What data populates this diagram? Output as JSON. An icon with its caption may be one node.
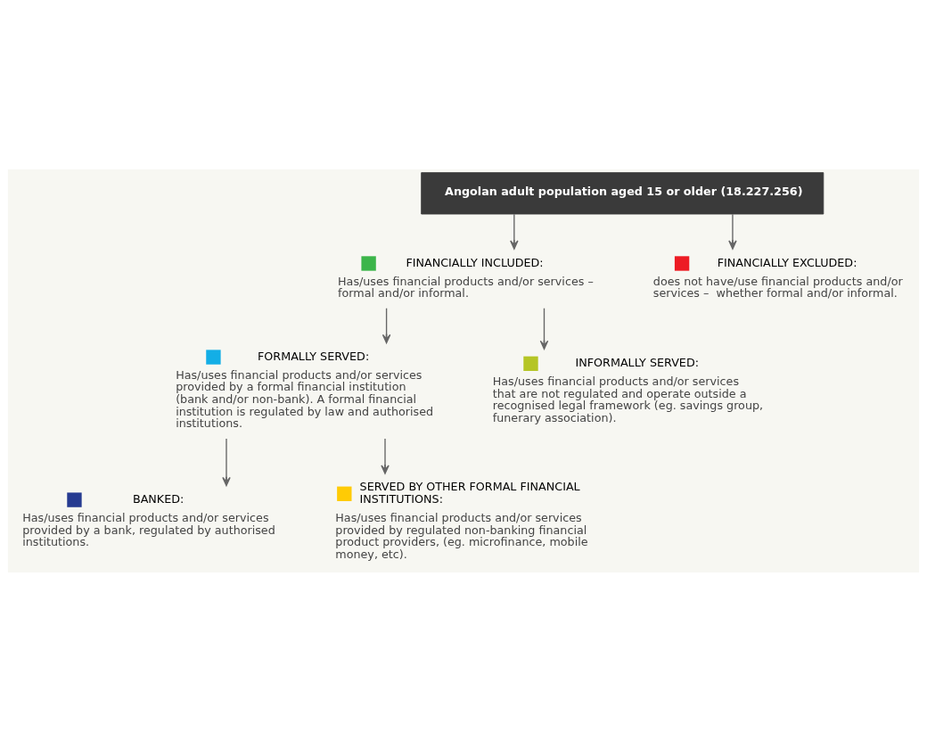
{
  "diagram": {
    "nodes": [
      {
        "text": [
          "Angolan adult population aged 15 or older (18.227.256)"
        ]
      },
      {
        "text": [
          "FINANCIALLY INCLUDED:",
          "Has/uses financial products and/or services – formal and/or informal."
        ]
      },
      {
        "text": [
          "FINANCIALLY EXCLUDED:",
          "does not have/use financial products and/or services –  whether formal and/or informal."
        ]
      },
      {
        "text": [
          "FORMALLY SERVED:",
          "Has/uses financial products and/or services provided by a formal financial institution (bank and/or non-bank). A formal financial institution is regulated by law and authorised institutions."
        ]
      },
      {
        "text": [
          "INFORMALLY SERVED:",
          "Has/uses financial products and/or services that are not regulated and operate outside a recognised legal framework (eg. savings group, funerary association)."
        ]
      },
      {
        "text": [
          "BANKED:",
          "Has/uses financial products and/or services provided by a bank, regulated by authorised institutions."
        ]
      },
      {
        "text": [
          "SERVED BY OTHER FORMAL FINANCIAL INSTITUTIONS:",
          "Has/uses financial products and/or services provided by regulated non-banking financial product providers, (eg. microfinance, mobile money, etc)."
        ]
      }
    ],
    "edges": [
      {
        "from": 0,
        "to": 1,
        "arrow": "to"
      },
      {
        "from": 0,
        "to": 2,
        "arrow": "to"
      },
      {
        "from": 1,
        "to": 3,
        "arrow": "to"
      },
      {
        "from": 1,
        "to": 4,
        "arrow": "to"
      },
      {
        "from": 3,
        "to": 5,
        "arrow": "to"
      },
      {
        "from": 3,
        "to": 6,
        "arrow": "to"
      }
    ]
  }
}
